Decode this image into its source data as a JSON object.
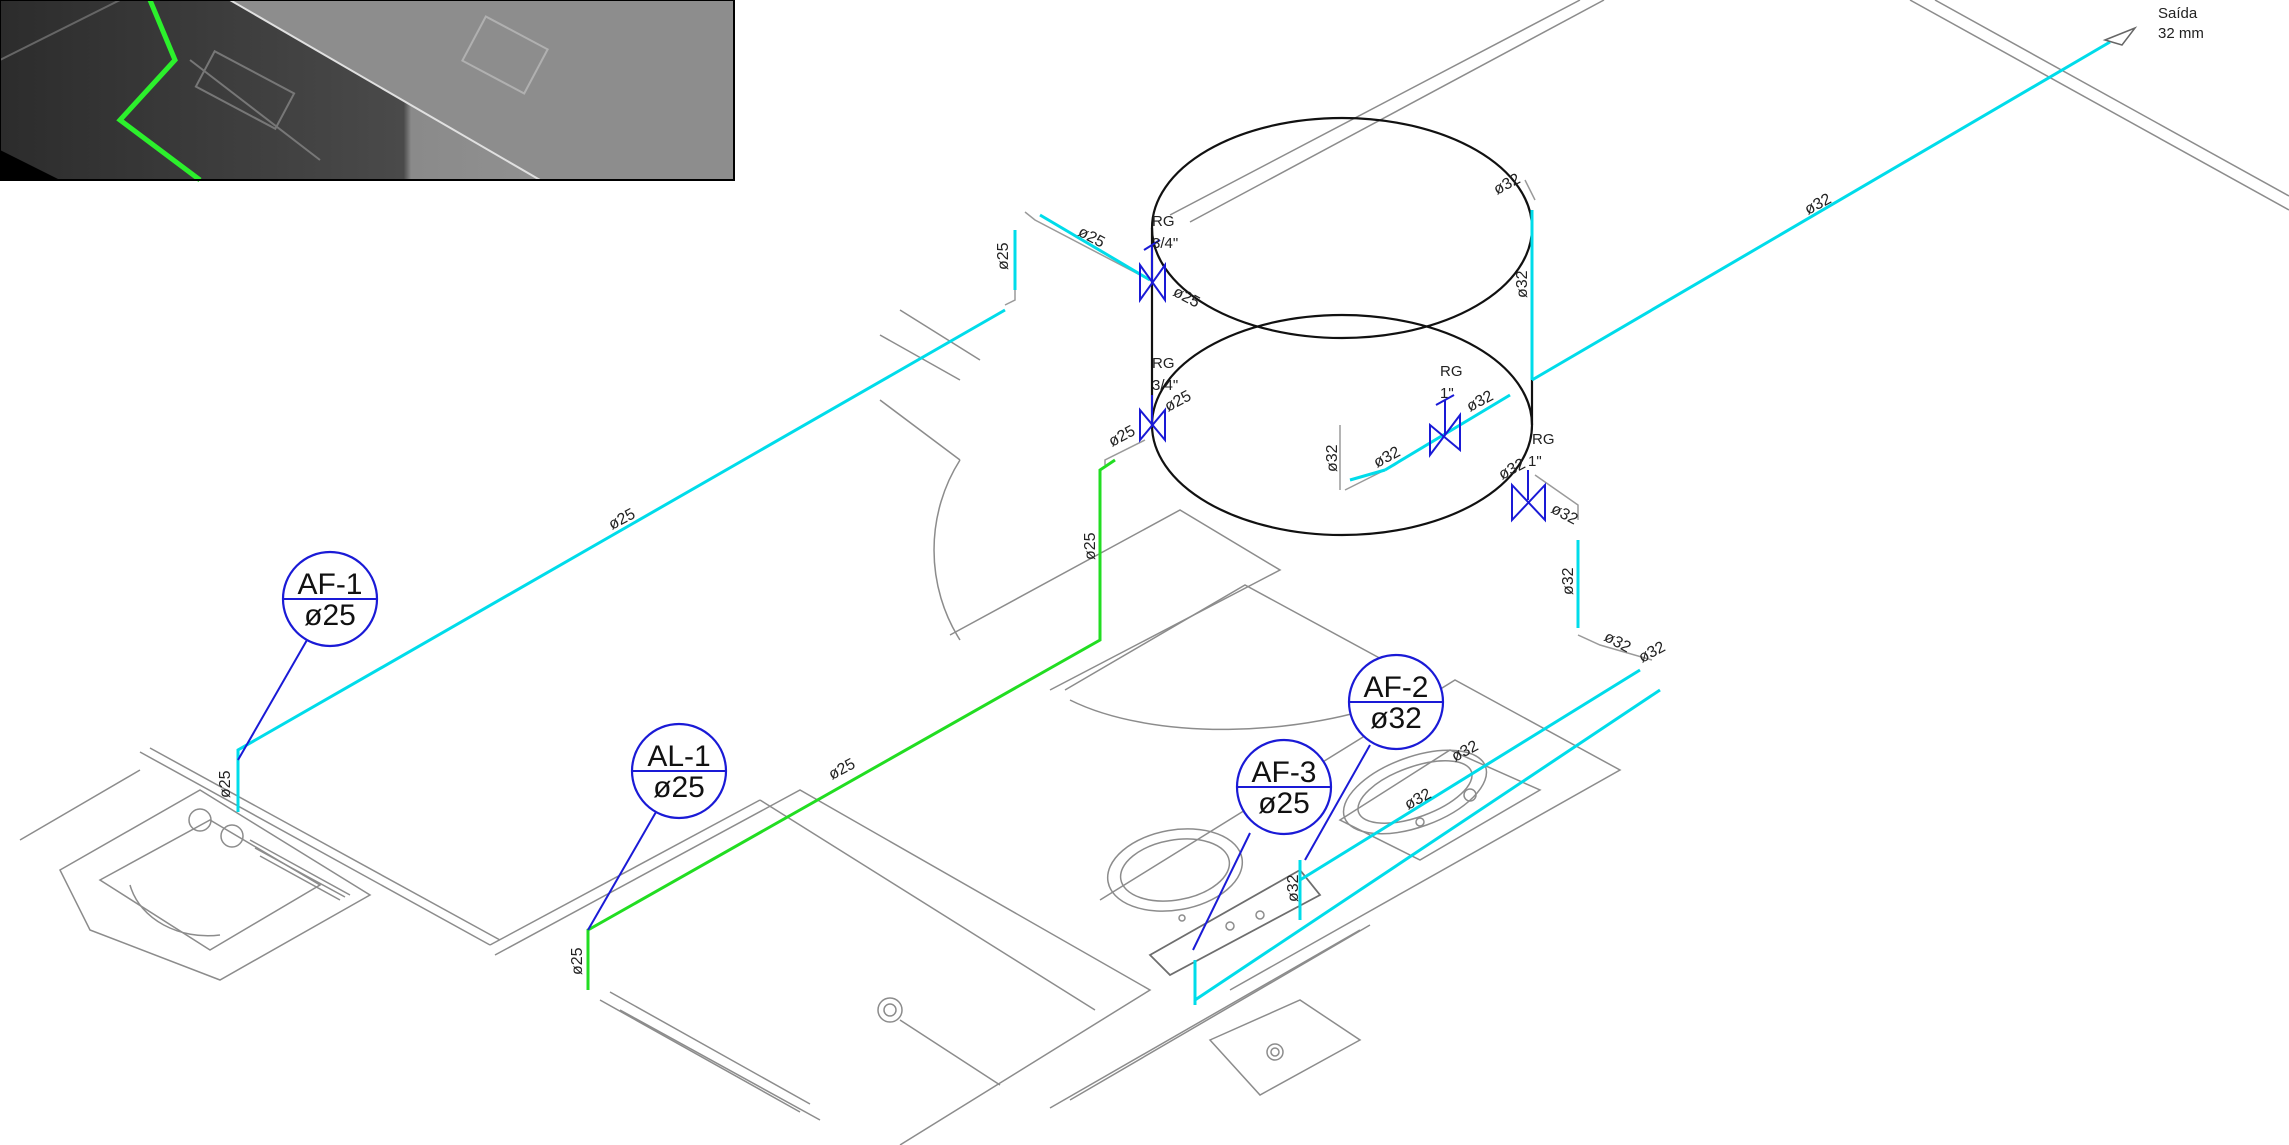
{
  "outlet": {
    "title": "Saída",
    "size": "32 mm"
  },
  "tags": [
    {
      "id": "AF-1",
      "dia": "ø25"
    },
    {
      "id": "AL-1",
      "dia": "ø25"
    },
    {
      "id": "AF-2",
      "dia": "ø32"
    },
    {
      "id": "AF-3",
      "dia": "ø25"
    }
  ],
  "valves": [
    {
      "type": "RG",
      "size": "3/4\""
    },
    {
      "type": "RG",
      "size": "3/4\""
    },
    {
      "type": "RG",
      "size": "1\""
    },
    {
      "type": "RG",
      "size": "1\""
    }
  ],
  "pipe_labels": [
    "ø25",
    "ø25",
    "ø25",
    "ø25",
    "ø25",
    "ø25",
    "ø25",
    "ø25",
    "ø25",
    "ø25",
    "ø32",
    "ø32",
    "ø32",
    "ø32",
    "ø32",
    "ø32",
    "ø32",
    "ø32",
    "ø32",
    "ø32",
    "ø32",
    "ø32",
    "ø32",
    "ø32"
  ],
  "colors": {
    "cold_water_pipe": "#00dcea",
    "green_pipe": "#22dd22",
    "tag_blue": "#1a1ad6",
    "tank": "#111111",
    "architecture": "#8c8c8c"
  }
}
